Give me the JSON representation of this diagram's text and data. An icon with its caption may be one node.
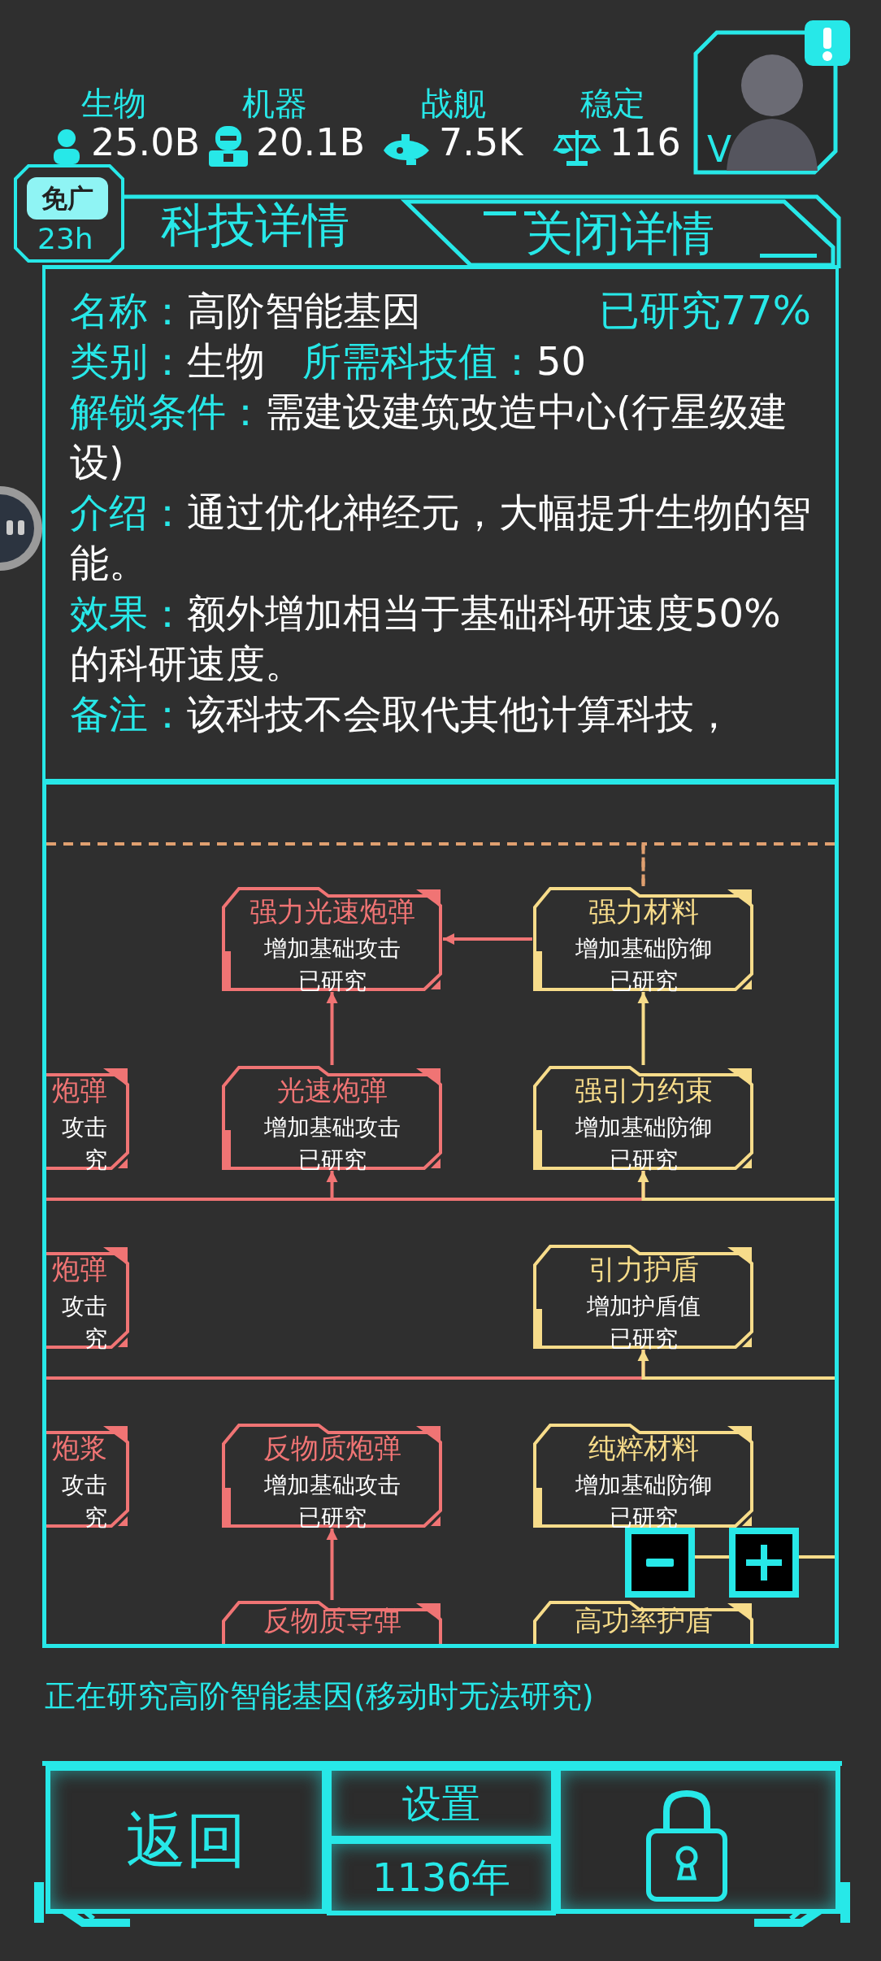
{
  "diagram": {
    "nodes": [
      {
        "text": [
          "强力光速炮弹",
          "增加基础攻击",
          "已研究"
        ]
      },
      {
        "text": [
          "强力材料",
          "增加基础防御",
          "已研究"
        ]
      },
      {
        "text": [
          "炮弹",
          "攻击",
          "究"
        ]
      },
      {
        "text": [
          "光速炮弹",
          "增加基础攻击",
          "已研究"
        ]
      },
      {
        "text": [
          "强引力约束",
          "增加基础防御",
          "已研究"
        ]
      },
      {
        "text": [
          "炮弹",
          "攻击",
          "究"
        ]
      },
      {
        "text": [
          "引力护盾",
          "增加护盾值",
          "已研究"
        ]
      },
      {
        "text": [
          "炮浆",
          "攻击",
          "究"
        ]
      },
      {
        "text": [
          "反物质炮弹",
          "增加基础攻击",
          "已研究"
        ]
      },
      {
        "text": [
          "纯粹材料",
          "增加基础防御",
          "已研究"
        ]
      },
      {
        "text": [
          "反物质导弹"
        ]
      },
      {
        "text": [
          "高功率护盾"
        ]
      }
    ],
    "edges": [
      {
        "from": 1,
        "to": 0,
        "arrow": "to",
        "color": "#f07474"
      },
      {
        "from": 3,
        "to": 0,
        "arrow": "to",
        "color": "#f07474"
      },
      {
        "from": 4,
        "to": 1,
        "arrow": "to",
        "color": "#f7dc8a"
      },
      {
        "from": null,
        "to": 3,
        "arrow": "to",
        "color": "#f07474"
      },
      {
        "from": null,
        "to": 4,
        "arrow": "none",
        "color": "#f07474"
      },
      {
        "from": null,
        "to": 4,
        "arrow": "to",
        "color": "#f7dc8a"
      },
      {
        "from": null,
        "to": 6,
        "arrow": "none",
        "color": "#f07474"
      },
      {
        "from": null,
        "to": 6,
        "arrow": "to",
        "color": "#f7dc8a"
      },
      {
        "from": 10,
        "to": 8,
        "arrow": "to",
        "color": "#f07474"
      },
      {
        "from": null,
        "to": 9,
        "arrow": "to",
        "color": "#f7dc8a"
      },
      {
        "from": null,
        "to": 1,
        "arrow": "none",
        "style": "dashed",
        "color": "#e0a070"
      },
      {
        "from": null,
        "to": 1,
        "arrow": "none",
        "style": "dashed",
        "color": "#e0a070"
      }
    ],
    "labels": [
      "生物",
      "25.0B",
      "机器",
      "20.1B",
      "战舰",
      "7.5K",
      "稳定",
      "116",
      "V",
      "免广",
      "23h",
      "科技详情",
      "关闭详情",
      "名称：",
      "高阶智能基因",
      "已研究77%",
      "类别：",
      "生物",
      "所需科技值：",
      "50",
      "解锁条件：",
      "需建设建筑改造中心(行星级建设)",
      "介绍：",
      "通过优化神经元，大幅提升生物的智能。",
      "效果：",
      "额外增加相当于基础科研速度50%的科研速度。",
      "备注：",
      "该科技不会取代其他计算科技，",
      "正在研究高阶智能基因(移动时无法研究)",
      "返回",
      "设置",
      "1136年"
    ]
  }
}
